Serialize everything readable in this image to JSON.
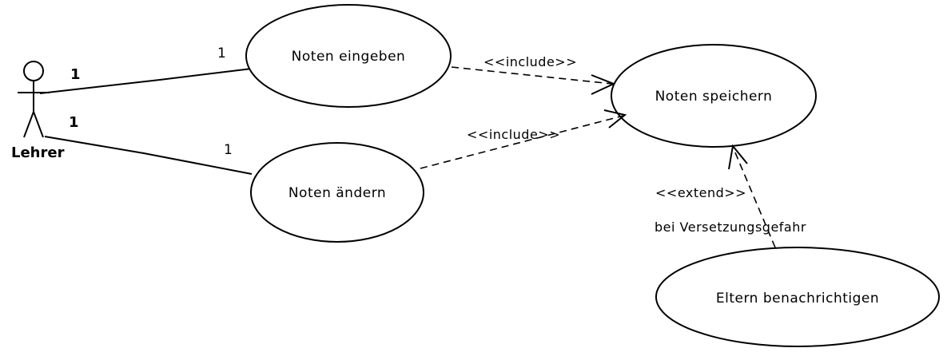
{
  "actor": {
    "name": "Lehrer"
  },
  "use_cases": {
    "noten_eingeben": "Noten eingeben",
    "noten_aendern": "Noten ändern",
    "noten_speichern": "Noten speichern",
    "eltern_benachrichtigen": "Eltern benachrichtigen"
  },
  "associations": {
    "eingeben": {
      "actor_mult": "1",
      "usecase_mult": "1"
    },
    "aendern": {
      "actor_mult": "1",
      "usecase_mult": "1"
    }
  },
  "relations": {
    "include_1": "<<include>>",
    "include_2": "<<include>>",
    "extend": "<<extend>>",
    "extend_condition": "bei Versetzungsgefahr"
  }
}
